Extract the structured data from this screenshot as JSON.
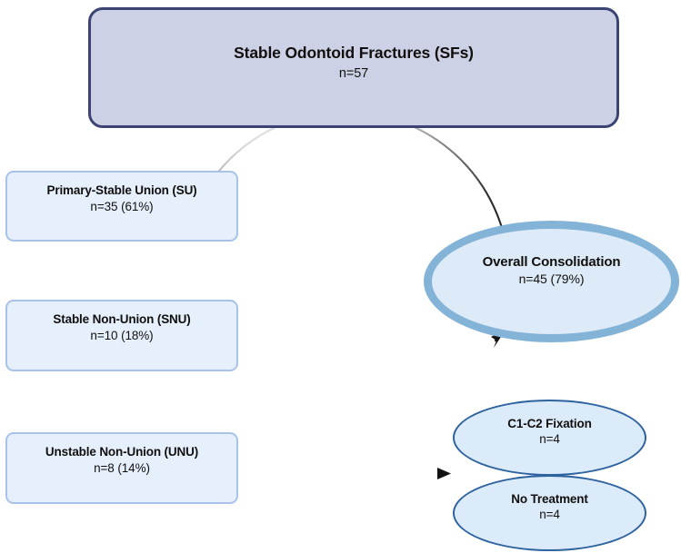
{
  "diagram": {
    "title": "Stable Odontoid Fractures (SFs) outcome flowchart",
    "colors": {
      "root_fill": "#ccd1e6",
      "root_border": "#3b4472",
      "box_fill": "#e6effc",
      "box_border": "#a9c2e8",
      "primary_ellipse_fill": "#ddeaf7",
      "primary_ellipse_border": "#84b3d8",
      "small_ellipse_fill": "#dcebf9",
      "small_ellipse_border": "#2e63a0",
      "arrow": "#1a1a1a",
      "text": "#12100e"
    },
    "nodes": {
      "root": {
        "title": "Stable Odontoid Fractures (SFs)",
        "sub": "n=57",
        "shape": "rounded-rect"
      },
      "su": {
        "title": "Primary-Stable Union (SU)",
        "sub": "n=35 (61%)",
        "shape": "rounded-rect"
      },
      "snu": {
        "title": "Stable Non-Union (SNU)",
        "sub": "n=10 (18%)",
        "shape": "rounded-rect"
      },
      "unu": {
        "title": "Unstable Non-Union (UNU)",
        "sub": "n=8 (14%)",
        "shape": "rounded-rect"
      },
      "consolidation": {
        "title": "Overall Consolidation",
        "sub": "n=45 (79%)",
        "shape": "ellipse"
      },
      "c1c2": {
        "title": "C1-C2 Fixation",
        "sub": "n=4",
        "shape": "ellipse"
      },
      "no_treatment": {
        "title": "No Treatment",
        "sub": "n=4",
        "shape": "ellipse"
      }
    },
    "connectors": [
      {
        "name": "curved-arc-to-consolidation",
        "from": "su / snu group",
        "to": "consolidation",
        "style": "curved-arc-with-arrowhead"
      },
      {
        "name": "straight-arrow-to-treatments",
        "from": "unu",
        "to": "c1c2 / no_treatment",
        "style": "straight-arrow-with-arrowhead"
      }
    ]
  }
}
